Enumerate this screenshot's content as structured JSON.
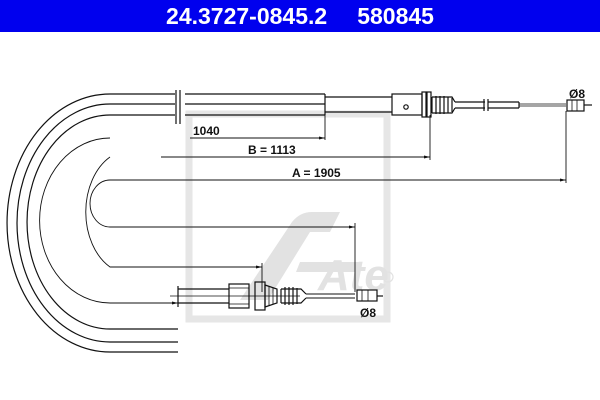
{
  "header": {
    "part_number": "24.3727-0845.2",
    "reference_number": "580845",
    "background_color": "#0000ee",
    "text_color": "#ffffff"
  },
  "drawing": {
    "type": "parking brake cable technical drawing",
    "dimensions": {
      "sheath_length_label": "1040",
      "b_label": "B = 1113",
      "a_label": "A = 1905"
    },
    "end_fittings": {
      "top_diameter_label": "Ø8",
      "bottom_diameter_label": "Ø8"
    },
    "watermark": {
      "logo_text": "Ate",
      "registered_mark": "®",
      "color": "#e0e0e0"
    }
  }
}
